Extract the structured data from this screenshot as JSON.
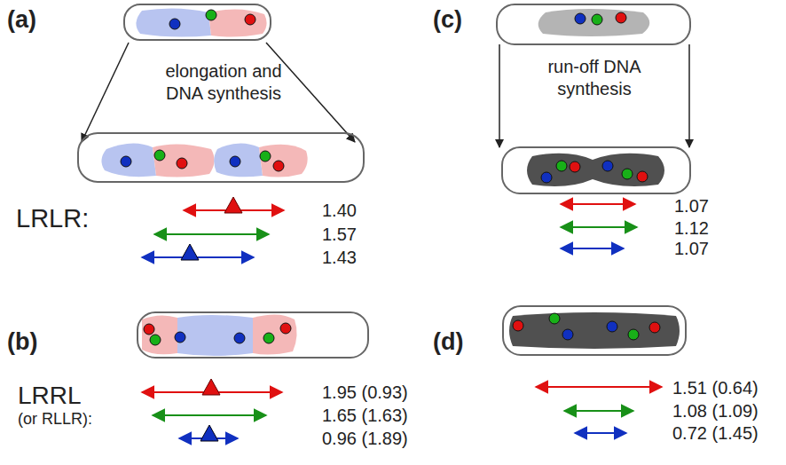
{
  "diagram": {
    "labels": [
      "(a)",
      "elongation and DNA synthesis",
      "LRLR:",
      "1.40",
      "1.57",
      "1.43",
      "(b)",
      "LRRL",
      "(or RLLR):",
      "1.95 (0.93)",
      "1.65 (1.63)",
      "0.96 (1.89)",
      "(c)",
      "run-off DNA synthesis",
      "1.07",
      "1.12",
      "1.07",
      "(d)",
      "1.51 (0.64)",
      "1.08 (1.09)",
      "0.72 (1.45)"
    ]
  }
}
